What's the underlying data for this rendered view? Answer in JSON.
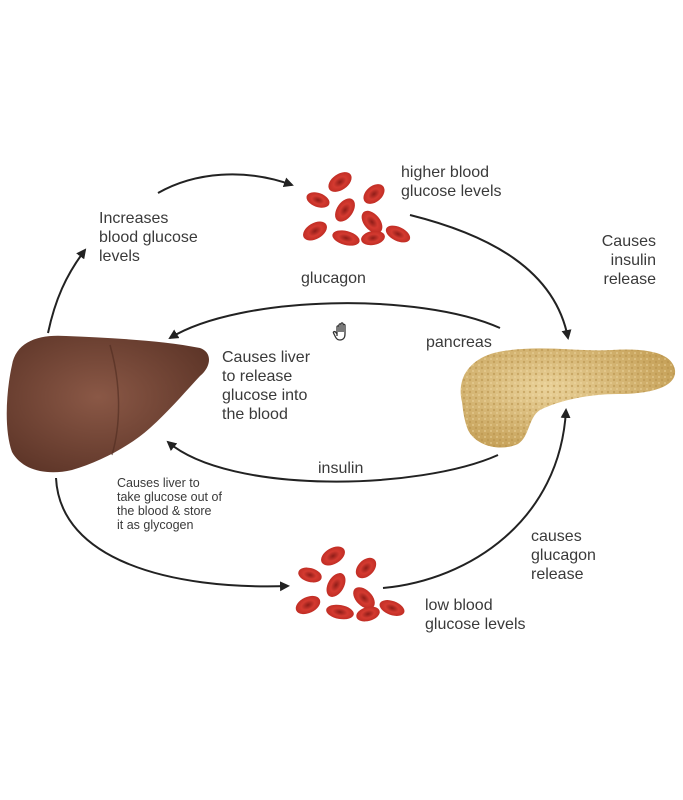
{
  "labels": {
    "higher_blood_glucose": [
      "higher blood",
      "glucose levels"
    ],
    "causes_insulin_release": [
      "Causes",
      "insulin",
      "release"
    ],
    "increases_blood_glucose": [
      "Increases",
      "blood glucose",
      "levels"
    ],
    "glucagon": "glucagon",
    "pancreas": "pancreas",
    "causes_liver_release": [
      "Causes liver",
      "to release",
      "glucose into",
      "the blood"
    ],
    "insulin": "insulin",
    "causes_liver_take": [
      "Causes liver to",
      "take glucose out of",
      "the blood & store",
      "it as glycogen"
    ],
    "causes_glucagon_release": [
      "causes",
      "glucagon",
      "release"
    ],
    "low_blood_glucose": [
      "low blood",
      "glucose levels"
    ]
  },
  "colors": {
    "liver": "#7a4a3a",
    "pancreas": "#d9bd78",
    "blood_cell": "#c8322a",
    "arrow": "#222222",
    "text": "#3a3a3a"
  },
  "icons": [
    "liver-illustration",
    "pancreas-illustration",
    "red-blood-cells-cluster",
    "hand-cursor-icon"
  ]
}
